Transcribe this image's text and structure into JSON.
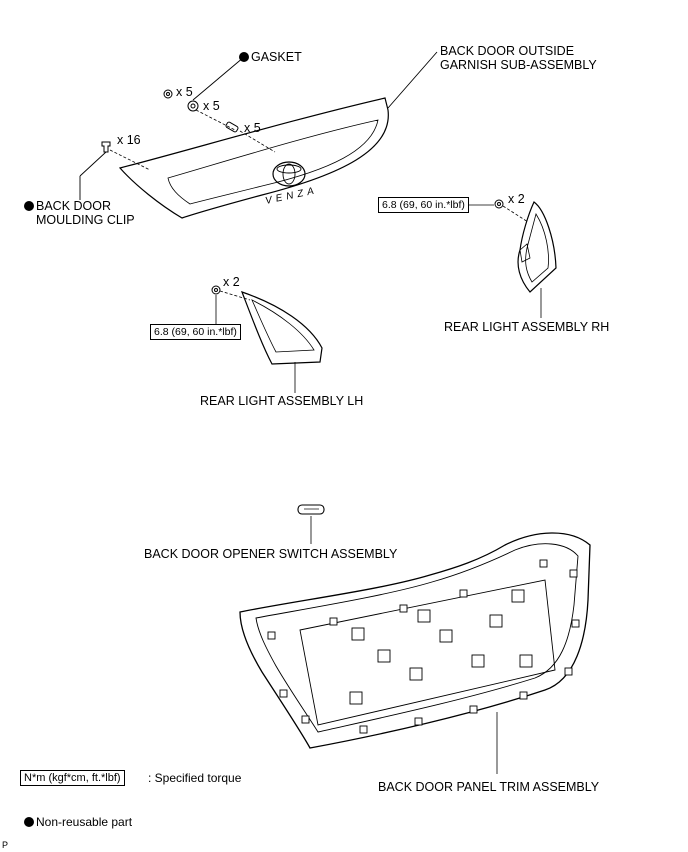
{
  "labels": {
    "gasket": "GASKET",
    "garnish_line1": "BACK DOOR OUTSIDE",
    "garnish_line2": "GARNISH SUB-ASSEMBLY",
    "clip_line1": "BACK DOOR",
    "clip_line2": "MOULDING CLIP",
    "rear_light_rh": "REAR LIGHT ASSEMBLY RH",
    "rear_light_lh": "REAR LIGHT ASSEMBLY LH",
    "opener_switch": "BACK DOOR OPENER SWITCH ASSEMBLY",
    "panel_trim": "BACK DOOR PANEL TRIM ASSEMBLY",
    "emblem": "VENZA"
  },
  "quantities": {
    "nut_top": "x 5",
    "gasket": "x 5",
    "stud": "x 5",
    "clip": "x 16",
    "rh_bolts": "x 2",
    "lh_bolts": "x 2"
  },
  "torque": {
    "rh": "6.8 (69, 60 in.*lbf)",
    "lh": "6.8 (69, 60 in.*lbf)"
  },
  "legend": {
    "torque_units": "N*m (kgf*cm, ft.*lbf)",
    "torque_desc": ": Specified torque",
    "nonreusable": "Non-reusable part"
  },
  "footer_code": "P"
}
